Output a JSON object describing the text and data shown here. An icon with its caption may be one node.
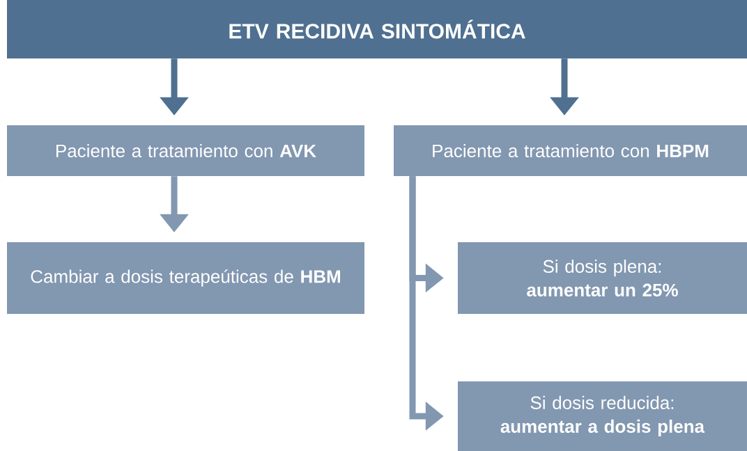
{
  "diagram": {
    "nodes": [
      {
        "text": [
          "ETV RECIDIVA SINTOMÁTICA"
        ]
      },
      {
        "text": [
          "Paciente a tratamiento con **AVK**"
        ]
      },
      {
        "text": [
          "Paciente a tratamiento con **HBPM**"
        ]
      },
      {
        "text": [
          "Cambiar a dosis terapeúticas de **HBM**"
        ]
      },
      {
        "text": [
          "Si dosis plena: **aumentar un 25%**"
        ]
      },
      {
        "text": [
          "Si dosis reducida: **aumentar a dosis plena**"
        ]
      }
    ],
    "edges": [
      {
        "from": 0,
        "to": 1,
        "arrow": "to",
        "color": "#4f7090"
      },
      {
        "from": 0,
        "to": 2,
        "arrow": "to",
        "color": "#4f7090"
      },
      {
        "from": 1,
        "to": 3,
        "arrow": "to"
      },
      {
        "from": 2,
        "to": 4,
        "arrow": "to"
      },
      {
        "from": 2,
        "to": 5,
        "arrow": "to"
      }
    ]
  }
}
